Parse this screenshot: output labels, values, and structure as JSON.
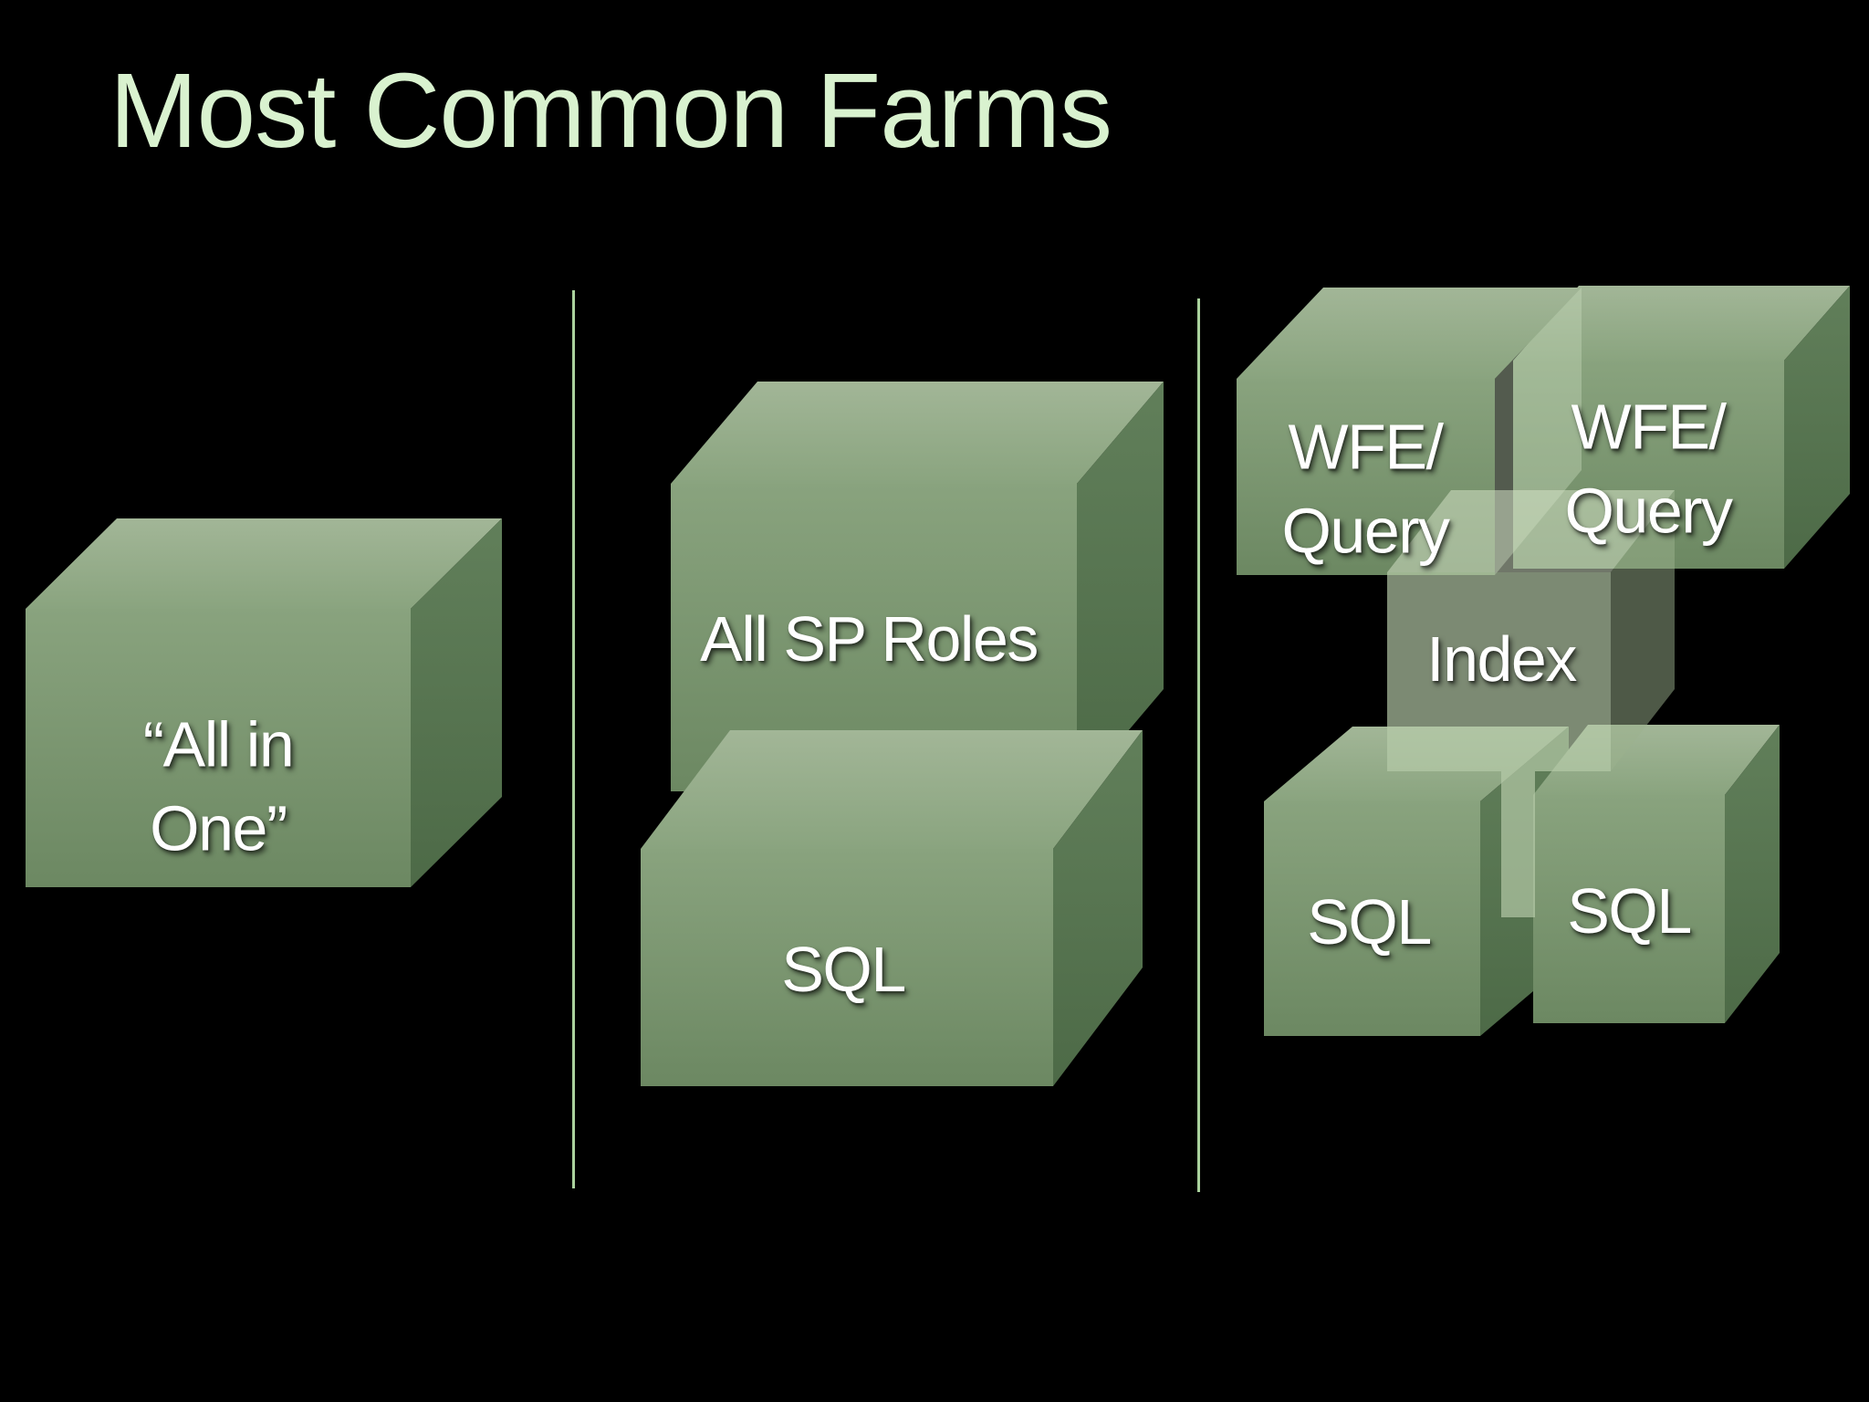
{
  "slide": {
    "title": "Most Common Farms",
    "background_color": "#000000",
    "title_color": "#d9f2cf",
    "divider_color": "#aad29d",
    "box_text_color": "#ffffff",
    "box_front_color": "#7d9873",
    "box_top_color": "#95ac8a",
    "box_side_color": "#5a7753"
  },
  "boxes": {
    "all_in_one": {
      "line1": "“All in",
      "line2": "One”"
    },
    "all_sp_roles": {
      "label": "All SP Roles"
    },
    "sql_middle": {
      "label": "SQL"
    },
    "wfe_query_left": {
      "line1": "WFE/",
      "line2": "Query"
    },
    "wfe_query_right": {
      "line1": "WFE/",
      "line2": "Query"
    },
    "index": {
      "label": "Index"
    },
    "sql_left": {
      "label": "SQL"
    },
    "sql_right": {
      "label": "SQL"
    }
  }
}
